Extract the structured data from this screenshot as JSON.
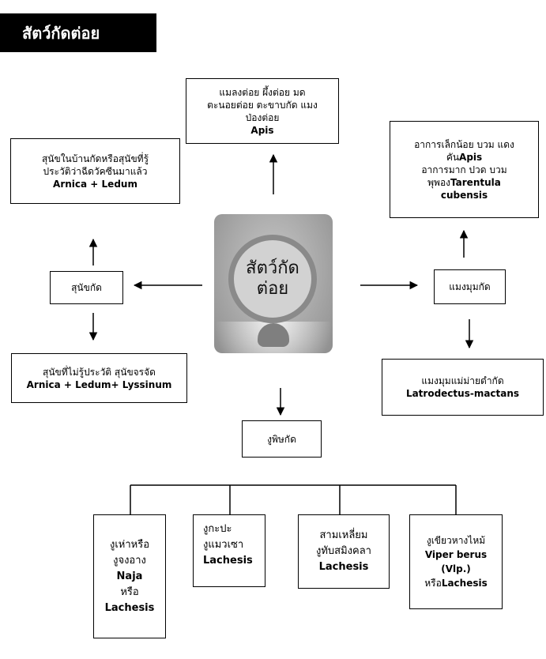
{
  "title": "สัตว์กัดต่อย",
  "center": {
    "line1": "สัตว์กัด",
    "line2": "ต่อย"
  },
  "insects": {
    "line1": "แมลงต่อย ผึ้งต่อย มด",
    "line2": "ตะนอยต่อย ตะขาบกัด แมง",
    "line3": "ป่องต่อย",
    "remedy": "Apis"
  },
  "dog_known": {
    "line1": "สุนัขในบ้านกัดหรือสุนัขที่รู้",
    "line2": "ประวัติว่าฉีดวัคซีนมาแล้ว",
    "remedy": "Arnica + Ledum"
  },
  "dog_bite": {
    "label": "สุนัขกัด"
  },
  "dog_unknown": {
    "line1": "สุนัขที่ไม่รู้ประวัติ สุนัขจรจัด",
    "remedy": "Arnica + Ledum+ Lyssinum"
  },
  "spider_symptoms": {
    "line1": "อาการเล็กน้อย บวม แดง",
    "line2_prefix": "คัน",
    "line2_remedy": "Apis",
    "line3": "อาการมาก ปวด บวม",
    "line4_prefix": "พุพอง",
    "line4_remedy": "Tarentula",
    "line5_remedy": "cubensis"
  },
  "spider_bite": {
    "label": "แมงมุมกัด"
  },
  "black_widow": {
    "line1": "แมงมุมแม่ม่ายดำกัด",
    "remedy": "Latrodectus-mactans"
  },
  "snake_bite": {
    "label": "งูพิษกัด"
  },
  "snakes": [
    {
      "line1": "งูเห่าหรือ",
      "line2": "งูจงอาง",
      "remedy1": "Naja",
      "line3": "หรือ",
      "remedy2": "Lachesis"
    },
    {
      "line1": "งูกะปะ",
      "line2": "งูแมวเซา",
      "remedy1": "Lachesis"
    },
    {
      "line1": "สามเหลี่ยม",
      "line2": "งูทับสมิงคลา",
      "remedy1": "Lachesis"
    },
    {
      "line1": "งูเขียวหางไหม้",
      "remedy1": "Viper berus",
      "remedy2": "(Vlp.)",
      "line3_prefix": "หรือ",
      "remedy3": "Lachesis"
    }
  ]
}
